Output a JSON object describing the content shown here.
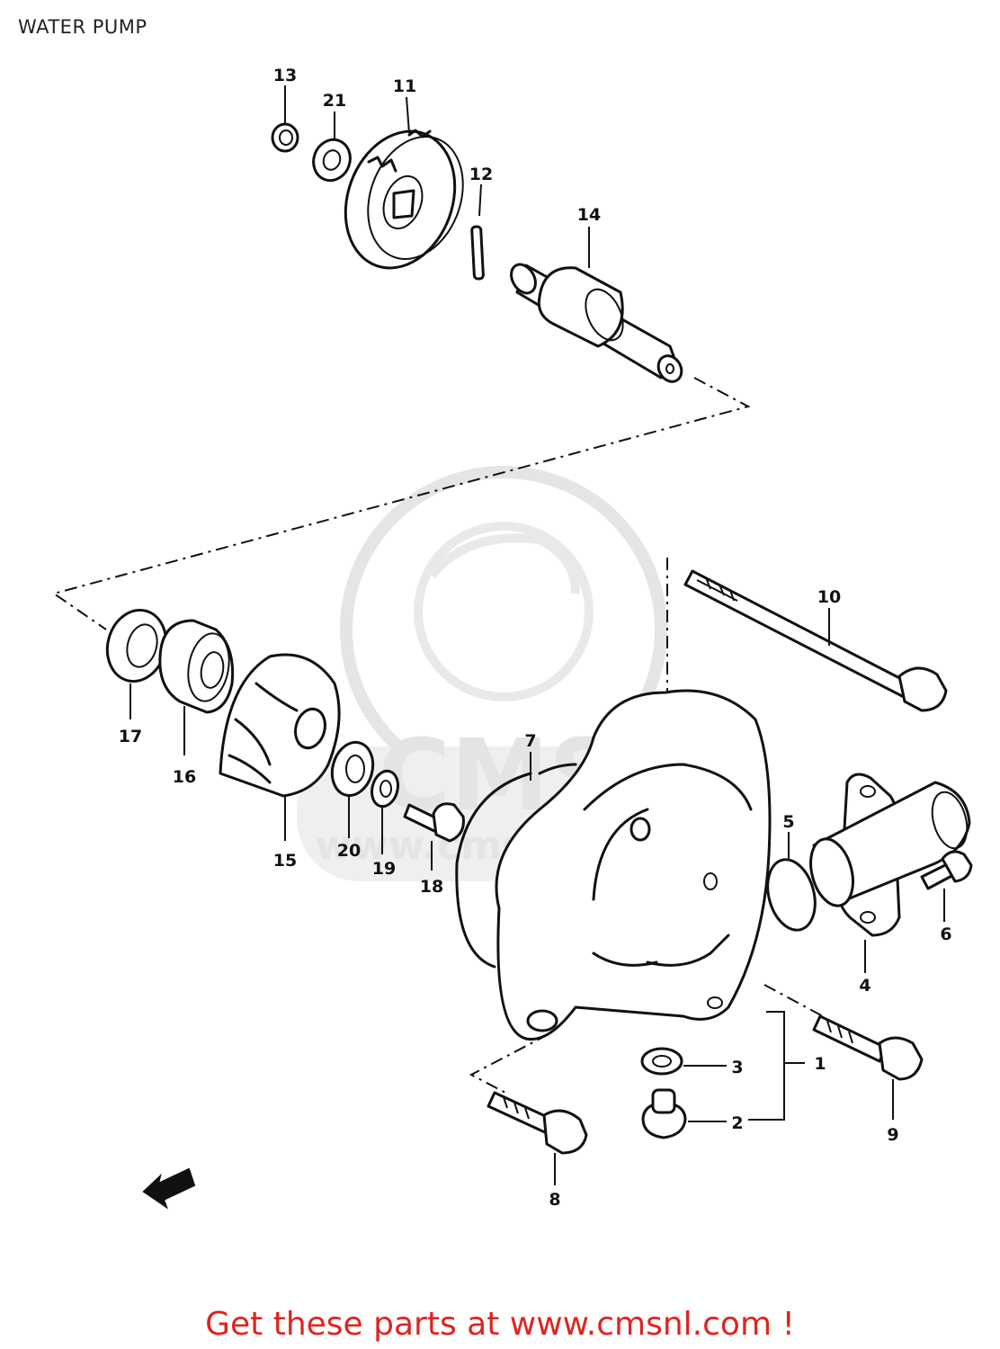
{
  "title": "WATER PUMP",
  "footer": "Get these parts at www.cmsnl.com !",
  "watermark": {
    "logo_text": "CMS",
    "url_text": "www.cmsnl.com"
  },
  "colors": {
    "footer_text": "#e0231f",
    "line": "#111111",
    "watermark": "#cfcfcf"
  },
  "part_labels": [
    "1",
    "2",
    "3",
    "4",
    "5",
    "6",
    "7",
    "8",
    "9",
    "10",
    "11",
    "12",
    "13",
    "14",
    "15",
    "16",
    "17",
    "18",
    "19",
    "20",
    "21"
  ],
  "icons": {
    "direction_arrow": "front-arrow-icon"
  }
}
